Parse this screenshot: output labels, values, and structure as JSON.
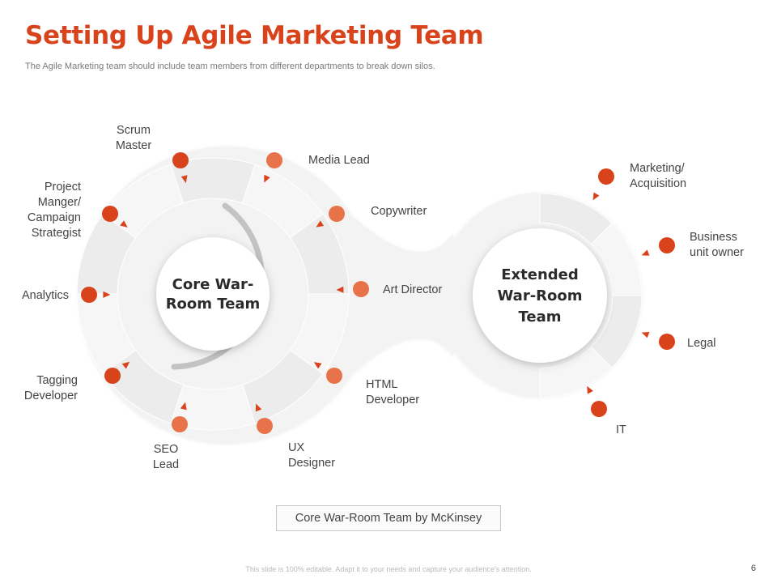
{
  "slide": {
    "title": "Setting Up Agile Marketing Team",
    "subtitle": "The Agile Marketing team should include team members from different departments to break down silos.",
    "caption": "Core War-Room Team by McKinsey",
    "footer": "This slide is 100% editable. Adapt it to your needs and capture your audience's attention.",
    "page_number": "6"
  },
  "colors": {
    "accent": "#d8431b",
    "accent_light": "#e8734a",
    "ring": "#efefef",
    "segment_shade": "#e3e3e3"
  },
  "core_team": {
    "label": "Core War-\nRoom Team",
    "members": [
      {
        "label": "Scrum\nMaster"
      },
      {
        "label": "Media Lead"
      },
      {
        "label": "Copywriter"
      },
      {
        "label": "Art Director"
      },
      {
        "label": "HTML\nDeveloper"
      },
      {
        "label": "UX\nDesigner"
      },
      {
        "label": "SEO\nLead"
      },
      {
        "label": "Tagging\nDeveloper"
      },
      {
        "label": "Analytics"
      },
      {
        "label": "Project\nManger/\nCampaign\nStrategist"
      }
    ]
  },
  "extended_team": {
    "label": "Extended\nWar-Room\nTeam",
    "members": [
      {
        "label": "Marketing/\nAcquisition"
      },
      {
        "label": "Business\nunit owner"
      },
      {
        "label": "Legal"
      },
      {
        "label": "IT"
      }
    ]
  }
}
